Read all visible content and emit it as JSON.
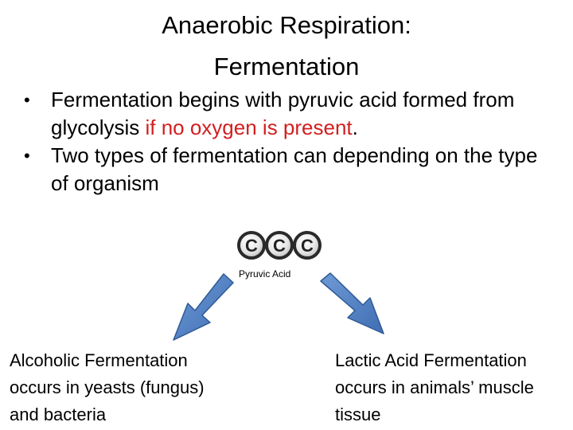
{
  "slide": {
    "title_line1": "Anaerobic Respiration:",
    "title_line2": "Fermentation",
    "bullets": [
      {
        "text_before": "Fermentation begins with pyruvic acid formed from glycolysis ",
        "highlight": "if no oxygen is present",
        "text_after": "."
      },
      {
        "text": "Two types of fermentation can depending on the type of organism"
      }
    ],
    "bullet_glyph": "•",
    "highlight_color": "#d21f1f"
  },
  "diagram": {
    "molecule": {
      "atoms": [
        "C",
        "C",
        "C"
      ],
      "label": "Pyruvic Acid"
    },
    "arrow_color": "#4f7fc0",
    "left_branch": {
      "line1": "Alcoholic Fermentation",
      "line2": "occurs in yeasts (fungus)",
      "line3": "and bacteria"
    },
    "right_branch": {
      "line1": "Lactic Acid Fermentation",
      "line2": "occurs in animals’ muscle",
      "line3": "tissue"
    }
  }
}
